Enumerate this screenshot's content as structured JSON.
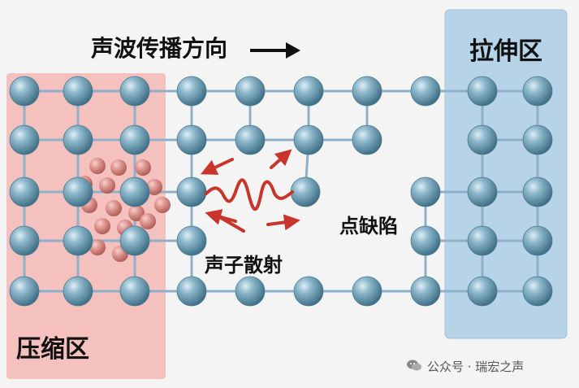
{
  "labels": {
    "propagation": "声波传播方向",
    "stretch_zone": "拉伸区",
    "compress_zone": "压缩区",
    "point_defect": "点缺陷",
    "phonon_scattering": "声子散射"
  },
  "watermark": {
    "text": "公众号 · 瑞宏之声",
    "icon": "wechat-icon"
  },
  "colors": {
    "atom": "#7aa7bd",
    "bond": "#8fb0c9",
    "compress_zone": "#f4b0ac",
    "stretch_zone": "#a9cbe6",
    "impurity": "#d98a85",
    "scatter": "#c9342b",
    "arrow": "#111111"
  },
  "icons": [
    "right-arrow-icon",
    "wave-icon",
    "scatter-arrow-icon"
  ]
}
